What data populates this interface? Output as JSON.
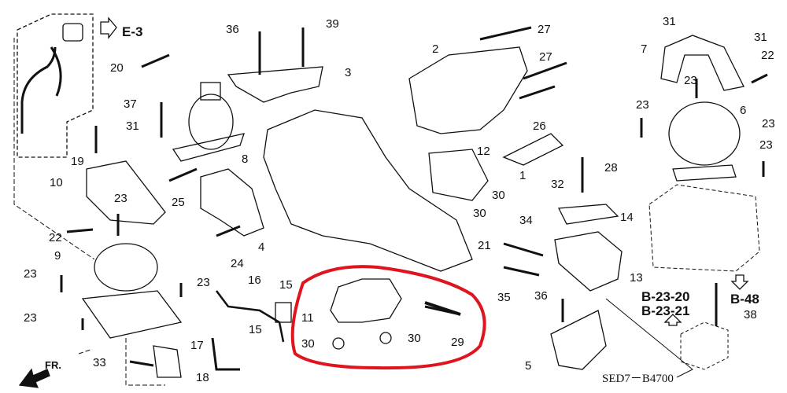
{
  "diagram": {
    "code": "SED7－B4700",
    "front_marker": "FR.",
    "references": [
      "E-3",
      "B-23-20",
      "B-23-21",
      "B-48"
    ],
    "highlight_color": "#e0141e",
    "callouts": [
      "36",
      "39",
      "20",
      "3",
      "37",
      "31",
      "8",
      "19",
      "10",
      "25",
      "23",
      "22",
      "9",
      "23",
      "23",
      "23",
      "24",
      "4",
      "16",
      "15",
      "15",
      "17",
      "33",
      "18",
      "2",
      "27",
      "27",
      "26",
      "12",
      "30",
      "30",
      "34",
      "1",
      "32",
      "28",
      "31",
      "31",
      "7",
      "22",
      "23",
      "6",
      "23",
      "23",
      "23",
      "14",
      "21",
      "13",
      "35",
      "36",
      "5",
      "38",
      "11",
      "30",
      "30",
      "29"
    ]
  }
}
